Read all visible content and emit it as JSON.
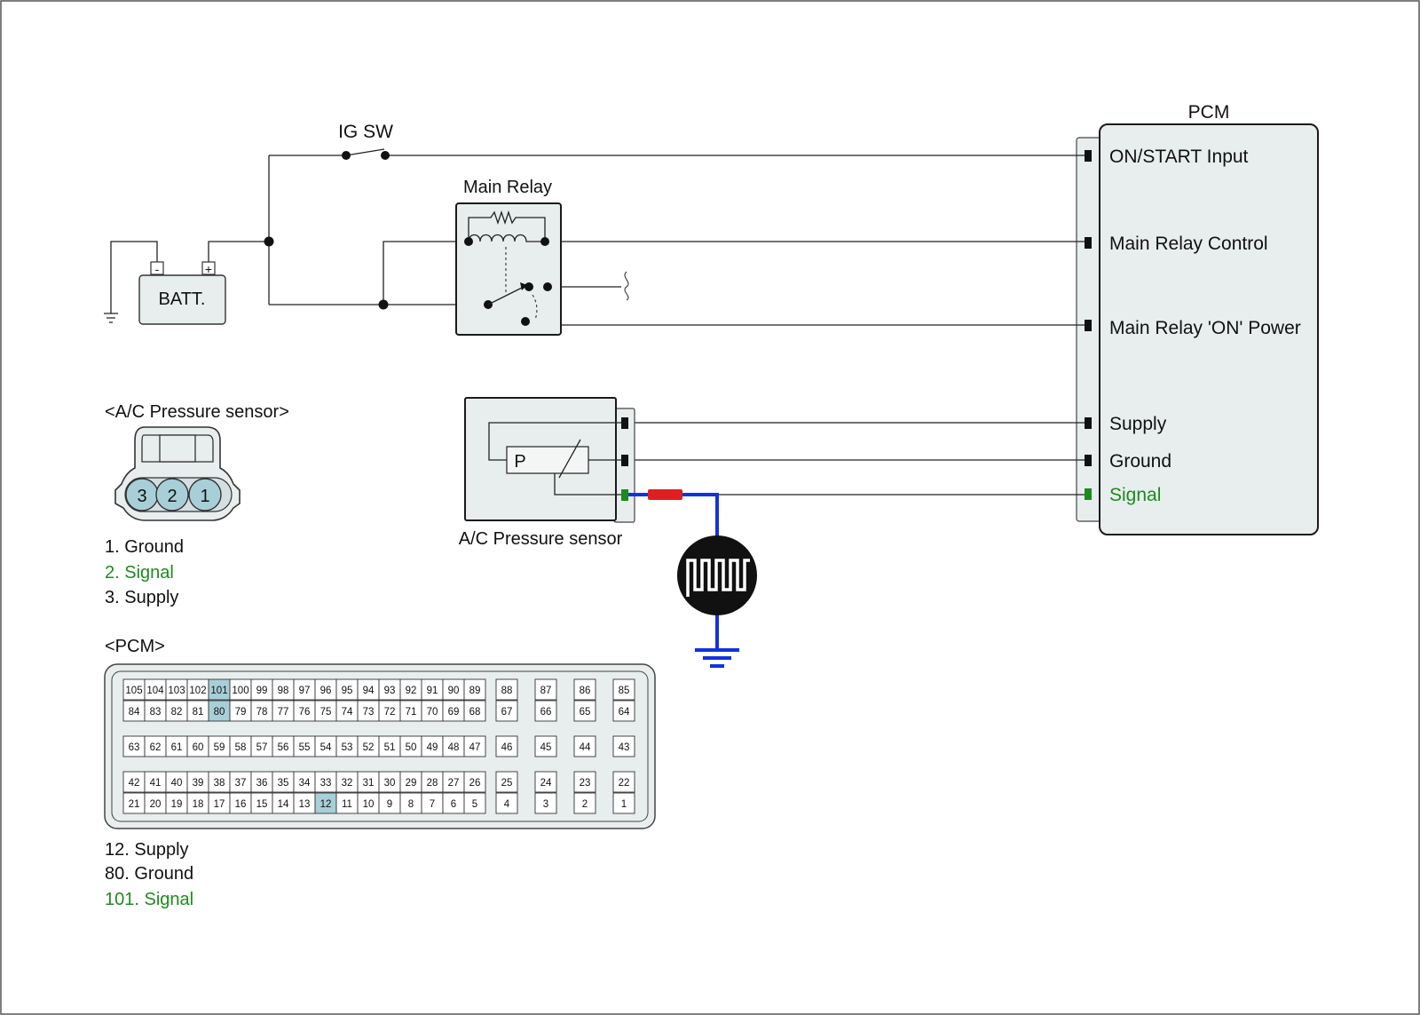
{
  "pcm": {
    "title": "PCM",
    "pins": {
      "on_start": "ON/START Input",
      "main_relay_control": "Main Relay Control",
      "main_relay_on_power": "Main Relay 'ON' Power",
      "supply": "Supply",
      "ground": "Ground",
      "signal": "Signal"
    }
  },
  "ig_sw_label": "IG SW",
  "main_relay_label": "Main Relay",
  "battery": {
    "label": "BATT.",
    "neg": "-",
    "pos": "+"
  },
  "sensor": {
    "label": "A/C Pressure sensor",
    "p_label": "P"
  },
  "ac_connector": {
    "title": "<A/C Pressure sensor>",
    "pins": [
      "3",
      "2",
      "1"
    ],
    "legend": [
      "1. Ground",
      "2. Signal",
      "3. Supply"
    ]
  },
  "pcm_connector": {
    "title": "<PCM>",
    "legend": [
      "12. Supply",
      "80. Ground",
      "101. Signal"
    ]
  },
  "colors": {
    "signal_text": "#1e8a1e",
    "probe_wire": "#1133dd",
    "probe_tip": "#e02020",
    "highlight_pin": "#a8cfd8"
  }
}
